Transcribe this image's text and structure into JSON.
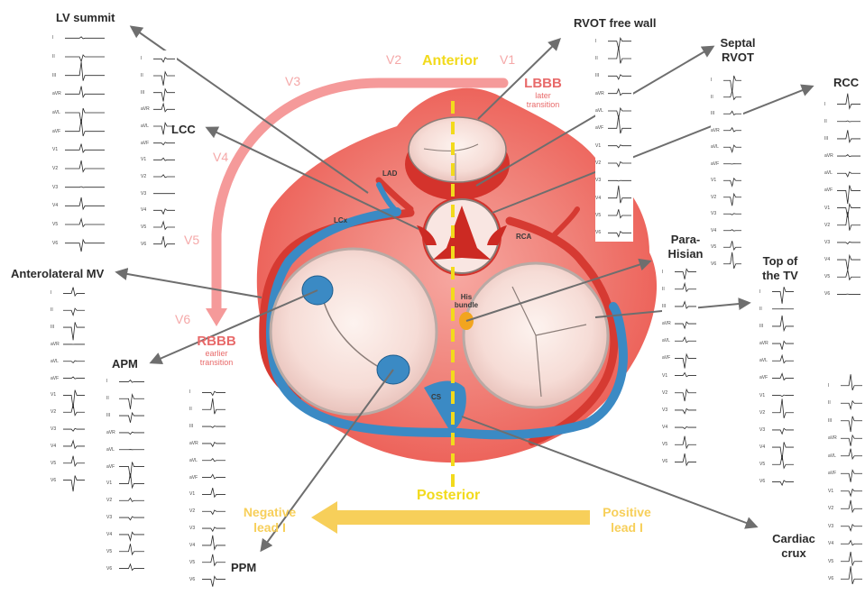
{
  "labels": {
    "lv_summit": "LV summit",
    "rvot_free_wall": "RVOT free wall",
    "septal_rvot_1": "Septal",
    "septal_rvot_2": "RVOT",
    "rcc": "RCC",
    "lcc": "LCC",
    "anterolateral_mv": "Anterolateral MV",
    "apm": "APM",
    "ppm": "PPM",
    "para_hisian_1": "Para-",
    "para_hisian_2": "Hisian",
    "top_tv_1": "Top of",
    "top_tv_2": "the TV",
    "cardiac_crux_1": "Cardiac",
    "cardiac_crux_2": "crux",
    "anterior": "Anterior",
    "posterior": "Posterior",
    "lbbb": "LBBB",
    "later_transition_1": "later",
    "later_transition_2": "transition",
    "rbbb": "RBBB",
    "earlier_transition_1": "earlier",
    "earlier_transition_2": "transition",
    "negative_lead_1": "Negative",
    "negative_lead_2": "lead I",
    "positive_lead_1": "Positive",
    "positive_lead_2": "lead I",
    "lad": "LAD",
    "lcx": "LCx",
    "rca": "RCA",
    "his_bundle_1": "His",
    "his_bundle_2": "bundle",
    "cs": "CS",
    "precordial": [
      "V1",
      "V2",
      "V3",
      "V4",
      "V5",
      "V6"
    ]
  },
  "ecg_leads": [
    "I",
    "II",
    "III",
    "aVR",
    "aVL",
    "aVF",
    "V1",
    "V2",
    "V3",
    "V4",
    "V5",
    "V6"
  ],
  "colors": {
    "arrow_gray": "#6e6e6e",
    "transition_pink": "#f59a9a",
    "lead_yellow": "#f7cf5a",
    "axis_yellow": "#f2da1c",
    "artery_red": "#d63a32",
    "vein_blue": "#3b8ac4",
    "heart_glow": "#ee5550",
    "his_orange": "#f2a51f"
  }
}
